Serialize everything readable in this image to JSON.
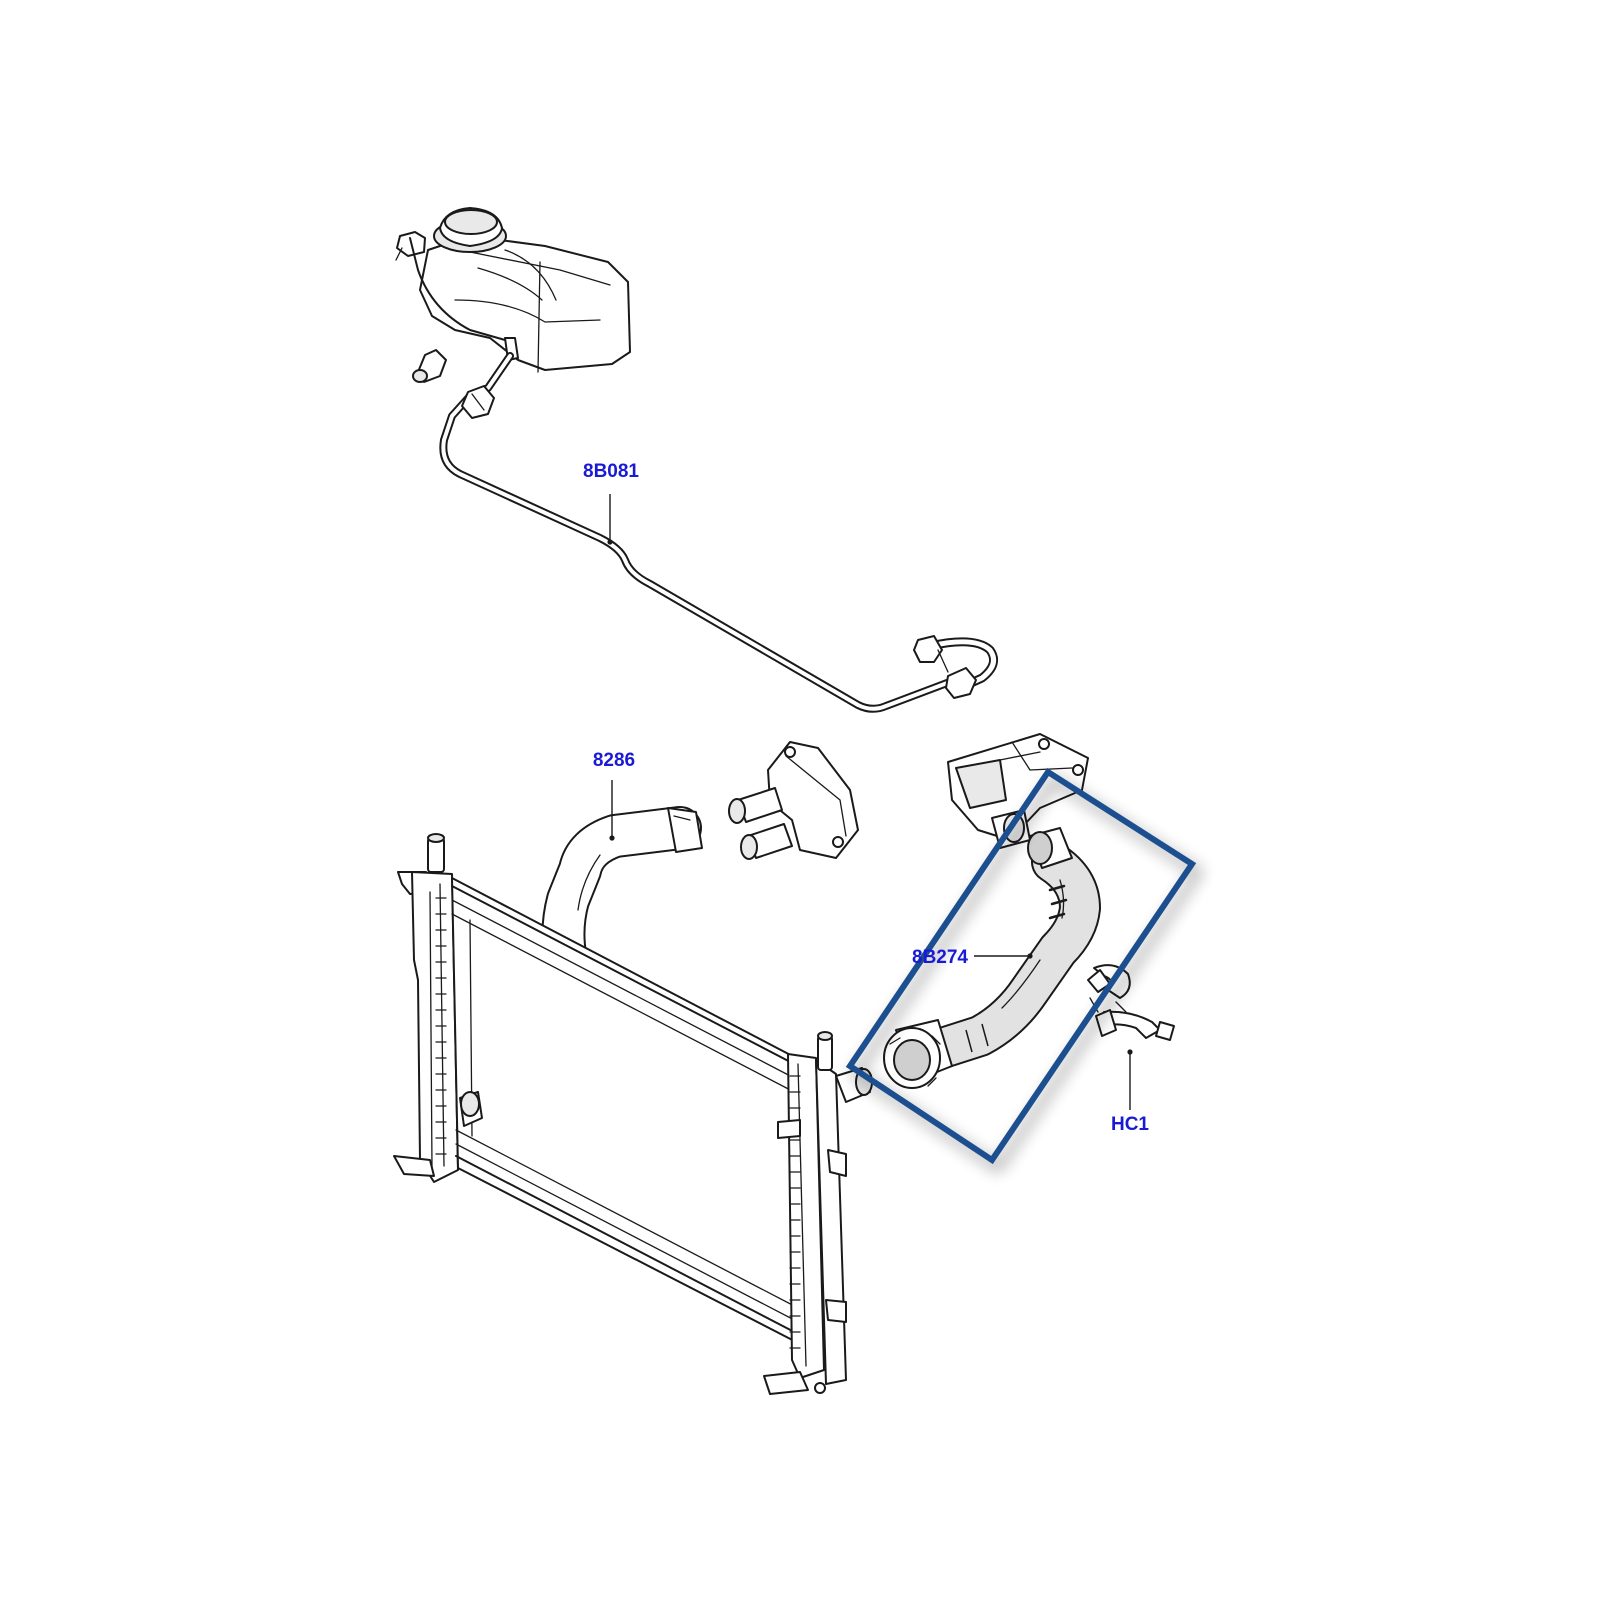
{
  "labels": {
    "overflow_hose": "8B081",
    "upper_hose": "8286",
    "lower_hose": "8B274",
    "hose_clamp": "HC1"
  },
  "colors": {
    "label": "#1a1ad6",
    "highlight": "#1d4f8f",
    "line": "#1a1a1a"
  }
}
